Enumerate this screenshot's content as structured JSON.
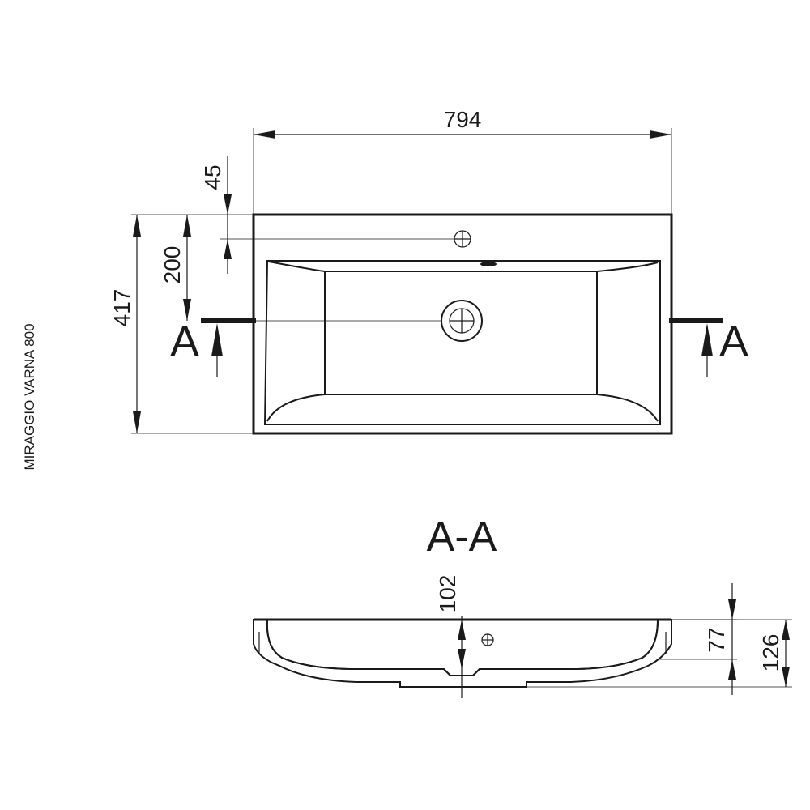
{
  "model_label": "MIRAGGIO VARNA 800",
  "section_marker": "A",
  "section_title": "A-A",
  "dimensions": {
    "width": "794",
    "depth": "417",
    "tap_offset": "45",
    "drain_offset": "200",
    "section_height": "102",
    "bowl_depth": "77",
    "total_height": "126"
  }
}
